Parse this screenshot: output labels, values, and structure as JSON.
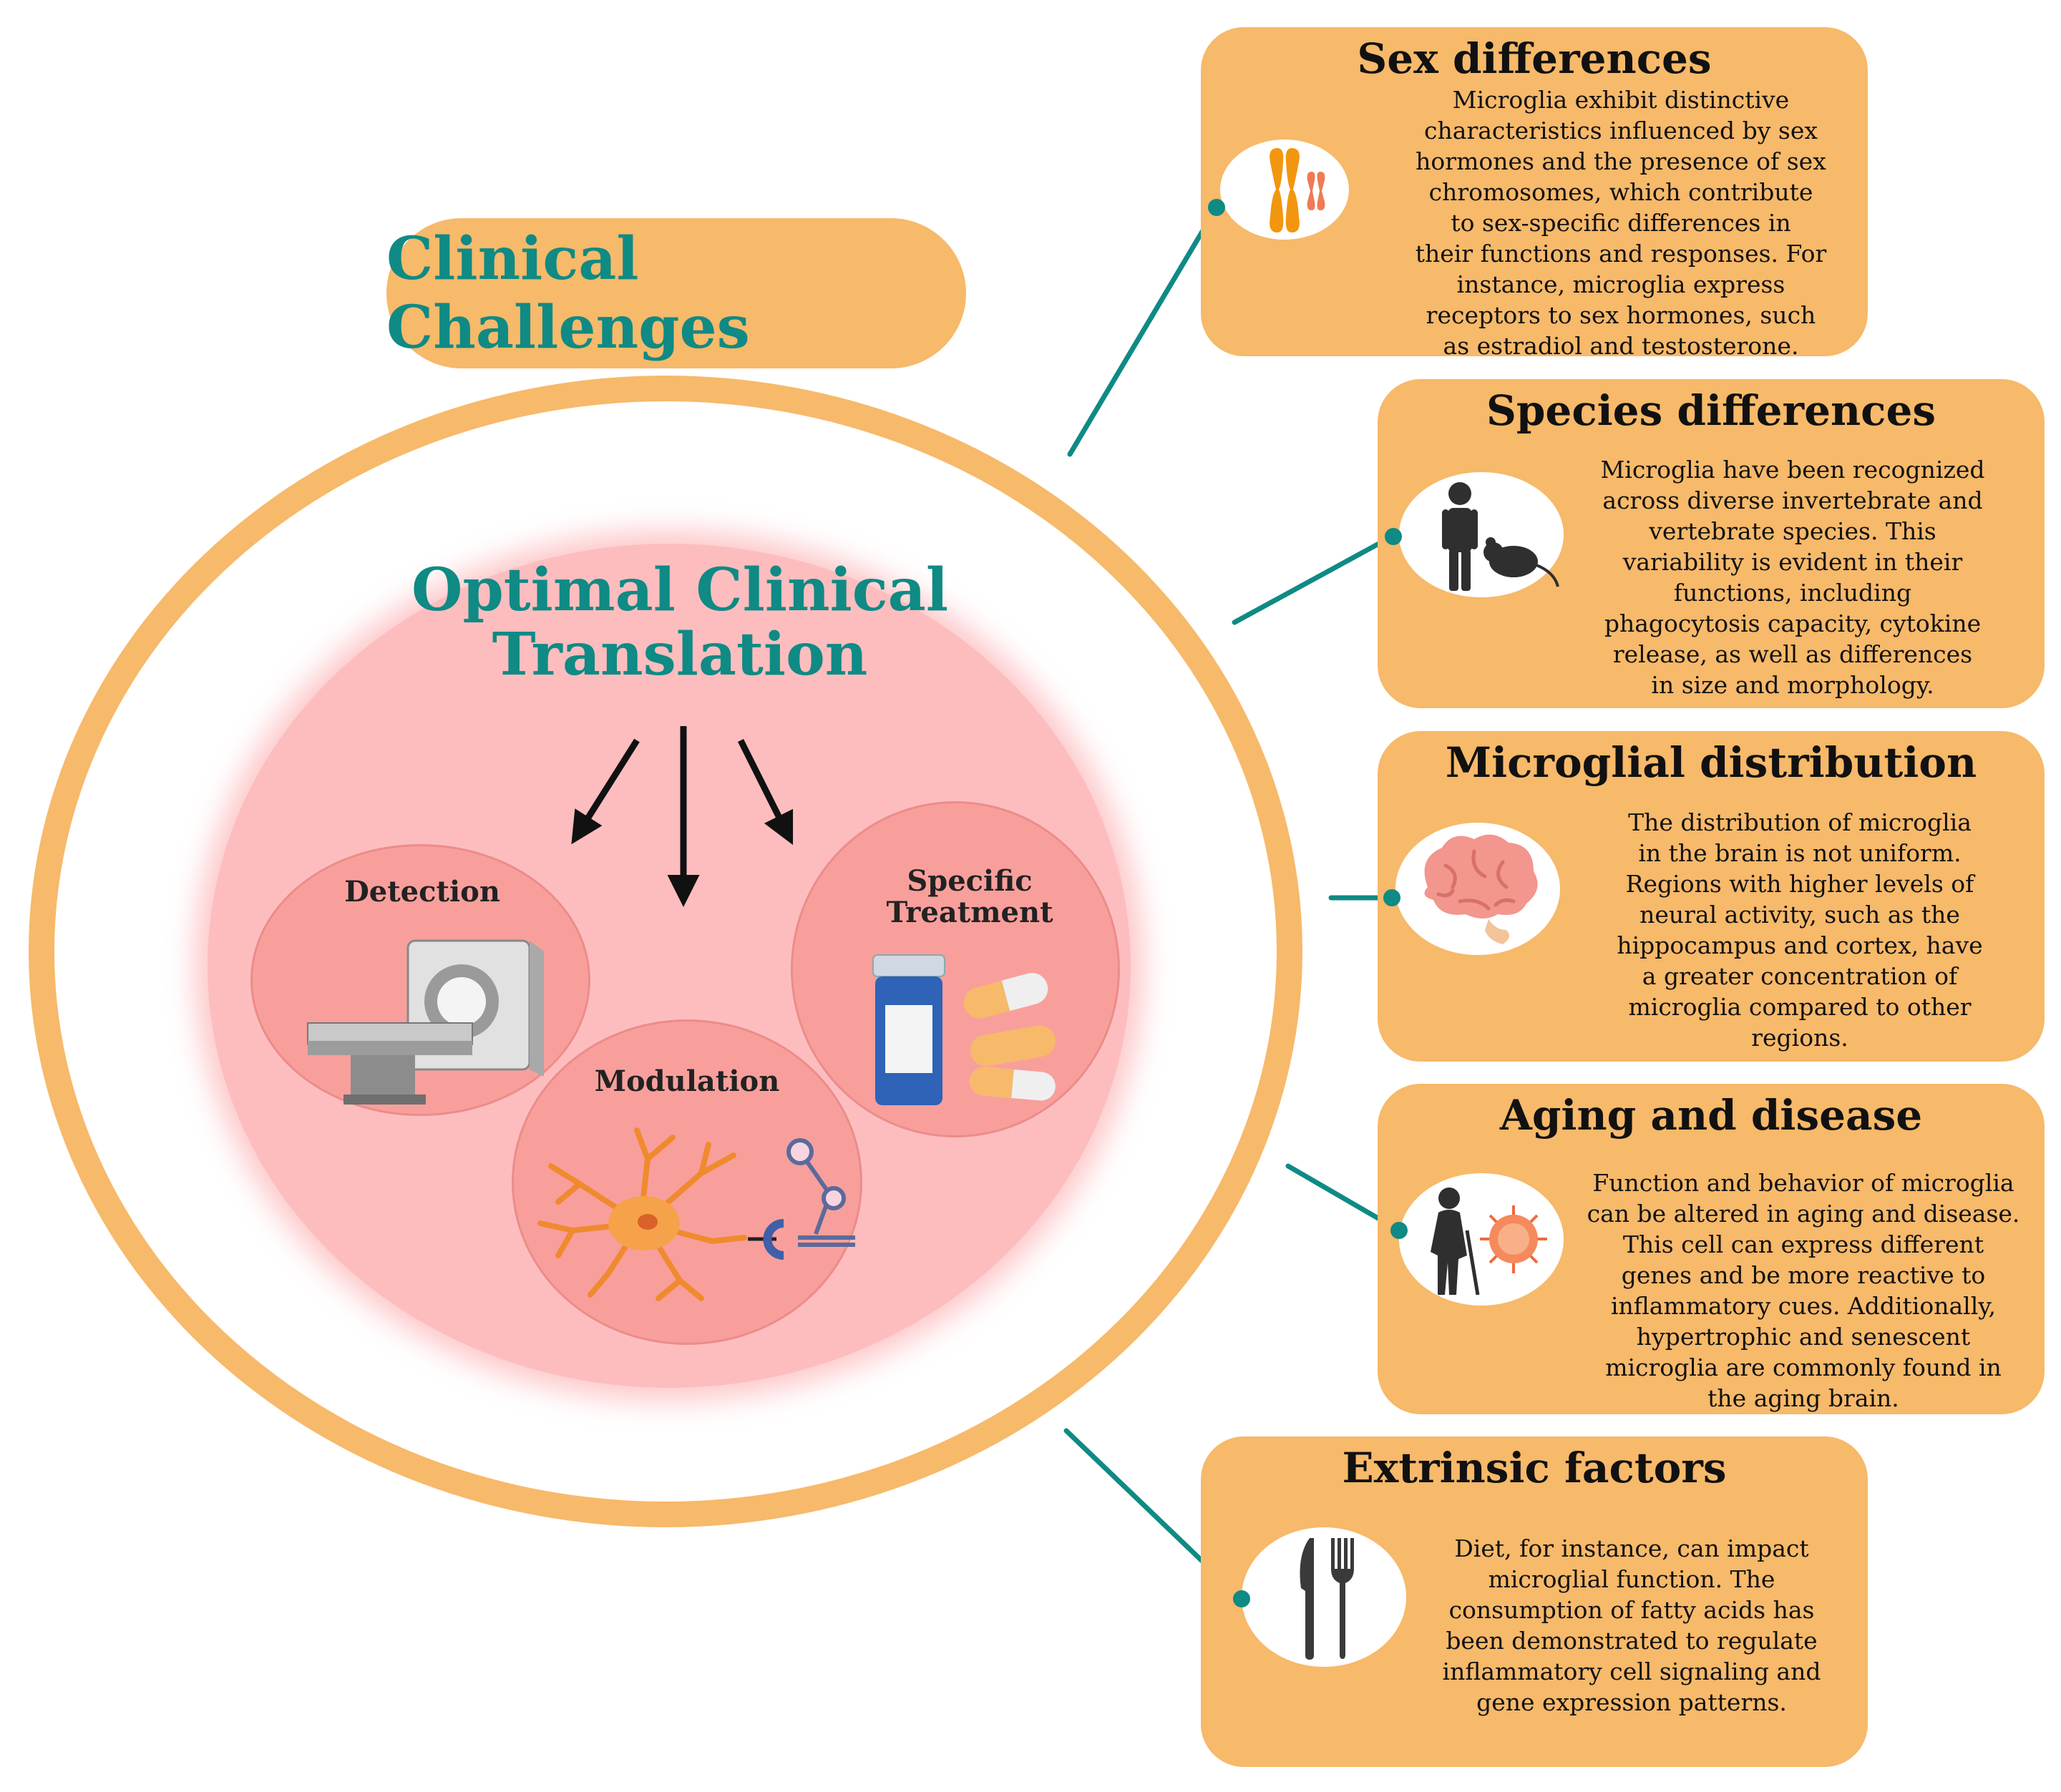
{
  "outer": {
    "title": "Clinical Challenges"
  },
  "inner": {
    "title_line1": "Optimal Clinical",
    "title_line2": "Translation",
    "bubbles": {
      "detection": "Detection",
      "modulation": "Modulation",
      "treatment_line1": "Specific",
      "treatment_line2": "Treatment"
    }
  },
  "cards": [
    {
      "title": "Sex differences",
      "icon": "chromosome-icon",
      "lines": [
        "Microglia exhibit distinctive",
        "characteristics influenced by sex",
        "hormones and the presence of sex",
        "chromosomes, which contribute",
        "to sex-specific differences in",
        "their functions and responses. For",
        "instance, microglia express",
        "receptors to sex hormones, such",
        "as estradiol and testosterone."
      ]
    },
    {
      "title": "Species  differences",
      "icon": "human-mouse-icon",
      "lines": [
        "Microglia have been recognized",
        "across diverse invertebrate and",
        "vertebrate species. This",
        "variability is evident in their",
        "functions, including",
        "phagocytosis capacity, cytokine",
        "release, as well as differences",
        "in size and morphology."
      ]
    },
    {
      "title": "Microglial distribution",
      "icon": "brain-icon",
      "lines": [
        "The distribution of microglia",
        "in the brain is not uniform.",
        "Regions with higher levels of",
        "neural activity, such as the",
        "hippocampus and cortex, have",
        "a greater concentration of",
        "microglia compared to other",
        "regions."
      ]
    },
    {
      "title": "Aging and disease",
      "icon": "elderly-virus-icon",
      "lines": [
        "Function and behavior of microglia",
        "can be altered in aging and disease.",
        "This cell can express different",
        "genes and be more reactive to",
        "inflammatory cues. Additionally,",
        "hypertrophic and senescent",
        "microglia are commonly found in",
        "the aging brain."
      ]
    },
    {
      "title": "Extrinsic factors",
      "icon": "knife-fork-icon",
      "lines": [
        "Diet, for instance, can impact",
        "microglial function. The",
        "consumption of fatty acids has",
        "been demonstrated to regulate",
        "inflammatory cell signaling and",
        "gene expression patterns."
      ]
    }
  ],
  "colors": {
    "orange": "#f7b96a",
    "teal": "#0f8a84",
    "pink": "#fdbdbf",
    "bubble": "#f89f9c"
  }
}
